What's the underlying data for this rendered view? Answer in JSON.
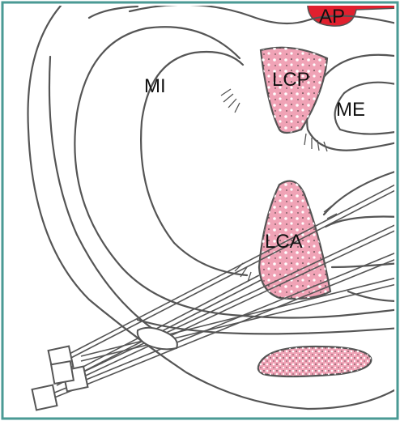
{
  "labels": {
    "artery": "AP",
    "medial_meniscus": "MI",
    "lateral_meniscus": "ME",
    "posterior_cruciate": "LCP",
    "anterior_cruciate": "LCA"
  },
  "colors": {
    "frame": "#4a9a94",
    "ligament_fill": "#f0a3b6",
    "ligament_dots": "#ffffff",
    "artery": "#e0202e",
    "outline": "#555555"
  }
}
